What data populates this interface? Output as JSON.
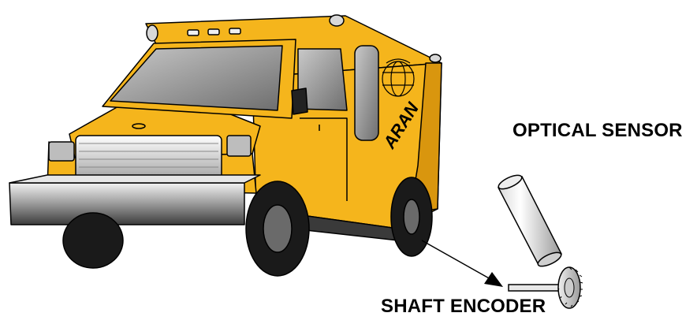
{
  "labels": {
    "optical_sensor": "OPTICAL SENSOR",
    "shaft_encoder": "SHAFT ENCODER"
  },
  "vehicle": {
    "side_text": "ARAN",
    "body_color": "#F5B51C",
    "shade_color": "#D9960E",
    "outline_color": "#000000",
    "tire_color": "#1a1a1a",
    "glass_color": "#8a8a8a"
  },
  "icons": {
    "vehicle": "van-icon",
    "logo": "globe-logo-icon",
    "sensor": "cylinder-icon",
    "encoder": "encoder-wheel-icon",
    "arrow": "arrow-icon"
  }
}
